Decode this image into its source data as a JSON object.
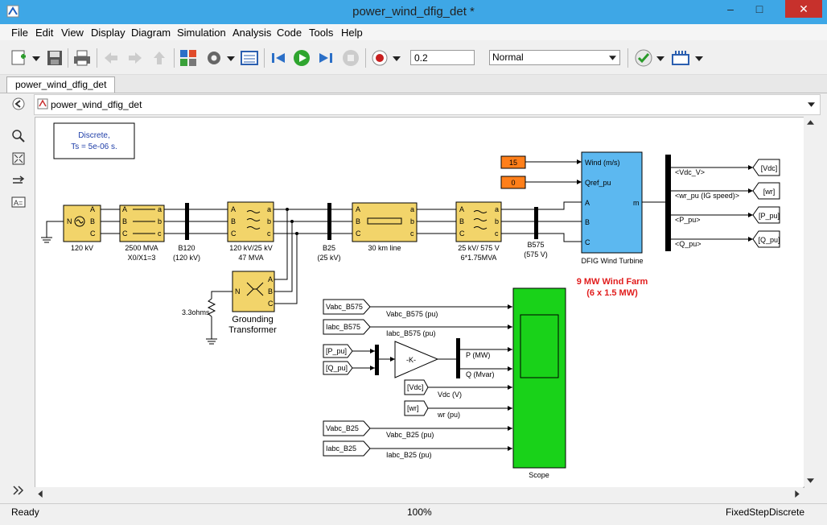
{
  "window": {
    "title": "power_wind_dfig_det *"
  },
  "menu": [
    "File",
    "Edit",
    "View",
    "Display",
    "Diagram",
    "Simulation",
    "Analysis",
    "Code",
    "Tools",
    "Help"
  ],
  "toolbar": {
    "stop_time": "0.2",
    "sim_mode": "Normal"
  },
  "tab": {
    "label": "power_wind_dfig_det"
  },
  "address": {
    "path": "power_wind_dfig_det"
  },
  "model": {
    "solver_block": [
      "Discrete,",
      "Ts = 5e-06 s."
    ],
    "blocks": {
      "source": "120 kV",
      "xf1": [
        "2500 MVA",
        "X0/X1=3"
      ],
      "b120": [
        "B120",
        "(120 kV)"
      ],
      "xf2": [
        "120 kV/25 kV",
        "47 MVA"
      ],
      "b25": [
        "B25",
        "(25 kV)"
      ],
      "line": "30 km line",
      "xf3": [
        "25 kV/ 575 V",
        "6*1.75MVA"
      ],
      "b575": [
        "B575",
        "(575 V)"
      ],
      "turbine": "DFIG Wind Turbine",
      "grounding": [
        "Grounding",
        "Transformer"
      ],
      "resistor": "3.3ohms",
      "scope": "Scope",
      "wind_const": "15",
      "qref_const": "0"
    },
    "turbine_ports": {
      "in1": "Wind (m/s)",
      "in2": "Qref_pu",
      "in3": "A",
      "in4": "B",
      "in5": "C",
      "out": "m"
    },
    "farm_label": [
      "9 MW Wind Farm",
      "(6 x 1.5 MW)"
    ],
    "bus_outputs": [
      "<Vdc_V>",
      "<wr_pu (IG speed)>",
      "<P_pu>",
      "<Q_pu>"
    ],
    "goto_tags": [
      "[Vdc]",
      "[wr]",
      "[P_pu]",
      "[Q_pu]"
    ],
    "from_tags": [
      "Vabc_B575",
      "Iabc_B575",
      "[P_pu]",
      "[Q_pu]",
      "[Vdc]",
      "[wr]",
      "Vabc_B25",
      "Iabc_B25"
    ],
    "signal_labels": [
      "Vabc_B575 (pu)",
      "Iabc_B575 (pu)",
      "P (MW)",
      "Q (Mvar)",
      "Vdc (V)",
      "wr (pu)",
      "Vabc_B25 (pu)",
      "Iabc_B25 (pu)"
    ],
    "gain": "-K-",
    "port_abc": [
      "A",
      "B",
      "C"
    ],
    "port_abc_lower": [
      "a",
      "b",
      "c"
    ],
    "port_n": "N"
  },
  "status": {
    "left": "Ready",
    "zoom": "100%",
    "solver": "FixedStepDiscrete"
  },
  "colors": {
    "block_fill": "#f2d46a",
    "turbine_fill": "#5cb8f0",
    "scope_fill": "#19d219",
    "const_fill": "#ff7f1a",
    "farm_label": "#e11d1d",
    "solver_text": "#1f3ea8"
  }
}
